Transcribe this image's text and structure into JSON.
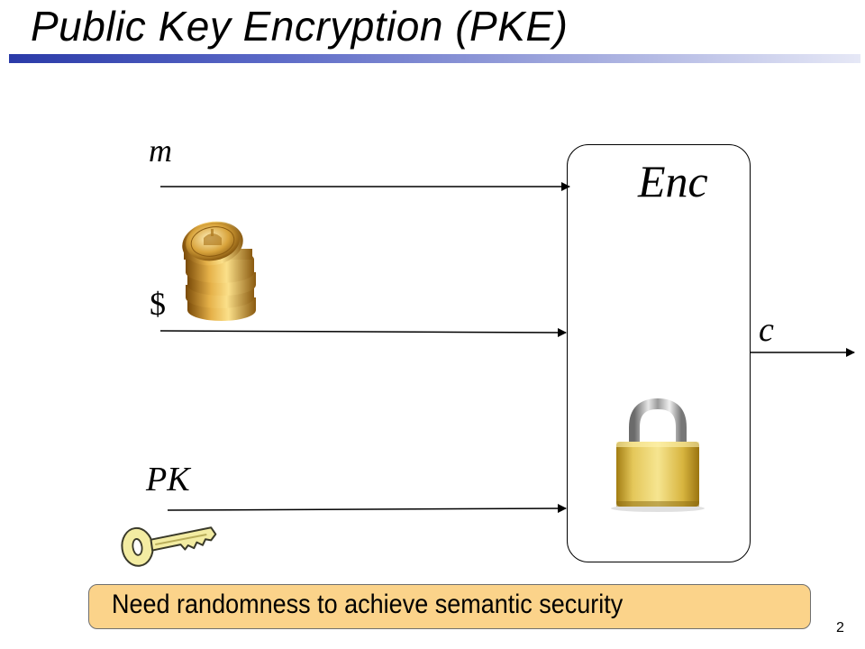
{
  "title": "Public Key Encryption (PKE)",
  "diagram": {
    "box_label": "Enc",
    "inputs": [
      {
        "label": "m",
        "icon": null
      },
      {
        "label": "$",
        "icon": "coin-stack-icon"
      },
      {
        "label": "PK",
        "icon": "key-icon"
      }
    ],
    "output": {
      "label": "c"
    },
    "box_icon": "padlock-icon"
  },
  "note": "Need randomness to achieve semantic security",
  "page_number": "2"
}
